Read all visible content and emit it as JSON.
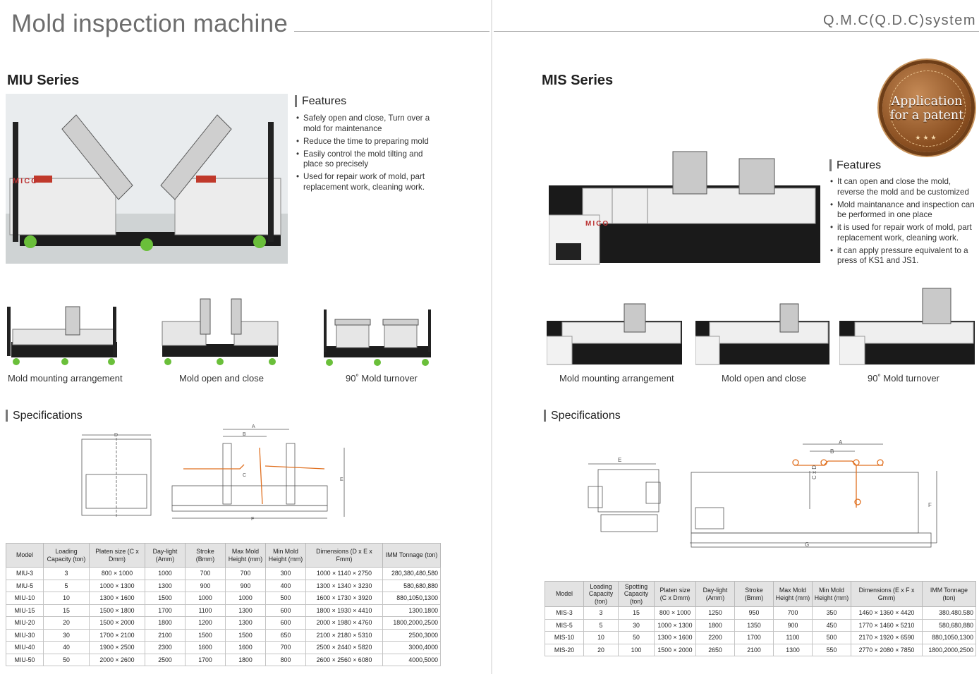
{
  "header": {
    "title": "Mold inspection machine",
    "system": "Q.M.C(Q.D.C)system"
  },
  "miu": {
    "series": "MIU Series",
    "features_title": "Features",
    "features": [
      "Safely open and close, Turn over a mold for maintenance",
      "Reduce the time to preparing mold",
      "Easily control the mold tilting and place so precisely",
      "Used for repair work of mold, part replacement work, cleaning work."
    ],
    "captions": [
      "Mold mounting arrangement",
      "Mold open and close",
      "90˚ Mold turnover"
    ],
    "brand": "MICO",
    "spec_title": "Specifications",
    "dims": {
      "a": "A",
      "b": "B",
      "c": "C",
      "d": "D",
      "e": "E",
      "f": "F"
    },
    "table": {
      "headers": [
        "Model",
        "Loading Capacity (ton)",
        "Platen size (C x Dmm)",
        "Day-light (Amm)",
        "Stroke (Bmm)",
        "Max Mold Height (mm)",
        "Min Mold Height (mm)",
        "Dimensions (D x E x Fmm)",
        "IMM Tonnage (ton)"
      ],
      "rows": [
        [
          "MIU-3",
          "3",
          "800 × 1000",
          "1000",
          "700",
          "700",
          "300",
          "1000 × 1140 × 2750",
          "280,380,480,580"
        ],
        [
          "MIU-5",
          "5",
          "1000 × 1300",
          "1300",
          "900",
          "900",
          "400",
          "1300 × 1340 × 3230",
          "580,680,880"
        ],
        [
          "MIU-10",
          "10",
          "1300 × 1600",
          "1500",
          "1000",
          "1000",
          "500",
          "1600 × 1730 × 3920",
          "880,1050,1300"
        ],
        [
          "MIU-15",
          "15",
          "1500 × 1800",
          "1700",
          "1100",
          "1300",
          "600",
          "1800 × 1930 × 4410",
          "1300.1800"
        ],
        [
          "MIU-20",
          "20",
          "1500 × 2000",
          "1800",
          "1200",
          "1300",
          "600",
          "2000 × 1980 × 4760",
          "1800,2000,2500"
        ],
        [
          "MIU-30",
          "30",
          "1700 × 2100",
          "2100",
          "1500",
          "1500",
          "650",
          "2100 × 2180 × 5310",
          "2500,3000"
        ],
        [
          "MIU-40",
          "40",
          "1900 × 2500",
          "2300",
          "1600",
          "1600",
          "700",
          "2500 × 2440 × 5820",
          "3000,4000"
        ],
        [
          "MIU-50",
          "50",
          "2000 × 2600",
          "2500",
          "1700",
          "1800",
          "800",
          "2600 × 2560 × 6080",
          "4000,5000"
        ]
      ]
    }
  },
  "mis": {
    "series": "MIS Series",
    "badge": [
      "Application",
      "for a patent"
    ],
    "features_title": "Features",
    "features": [
      "It can open and close the mold, reverse the mold and be customized",
      "Mold maintanance and inspection can be performed in one place",
      "it is used for repair work of mold, part replacement work, cleaning work.",
      "it can apply pressure equivalent to a press of KS1 and JS1."
    ],
    "captions": [
      "Mold mounting arrangement",
      "Mold open and close",
      "90˚ Mold turnover"
    ],
    "brand": "MICO",
    "spec_title": "Specifications",
    "dims": {
      "a": "A",
      "b": "B",
      "cxd": "C x D",
      "e": "E",
      "f": "F",
      "g": "G"
    },
    "table": {
      "headers": [
        "Model",
        "Loading Capacity (ton)",
        "Spotting Capacity (ton)",
        "Platen size (C x Dmm)",
        "Day-light (Amm)",
        "Stroke (Bmm)",
        "Max Mold Height (mm)",
        "Min Mold Height (mm)",
        "Dimensions (E x F x Gmm)",
        "IMM Tonnage (ton)"
      ],
      "rows": [
        [
          "MIS-3",
          "3",
          "15",
          "800 × 1000",
          "1250",
          "950",
          "700",
          "350",
          "1460 × 1360 × 4420",
          "380.480.580"
        ],
        [
          "MIS-5",
          "5",
          "30",
          "1000 × 1300",
          "1800",
          "1350",
          "900",
          "450",
          "1770 × 1460 × 5210",
          "580,680,880"
        ],
        [
          "MIS-10",
          "10",
          "50",
          "1300 × 1600",
          "2200",
          "1700",
          "1100",
          "500",
          "2170 × 1920 × 6590",
          "880,1050,1300"
        ],
        [
          "MIS-20",
          "20",
          "100",
          "1500 × 2000",
          "2650",
          "2100",
          "1300",
          "550",
          "2770 × 2080 × 7850",
          "1800,2000,2500"
        ]
      ]
    }
  }
}
